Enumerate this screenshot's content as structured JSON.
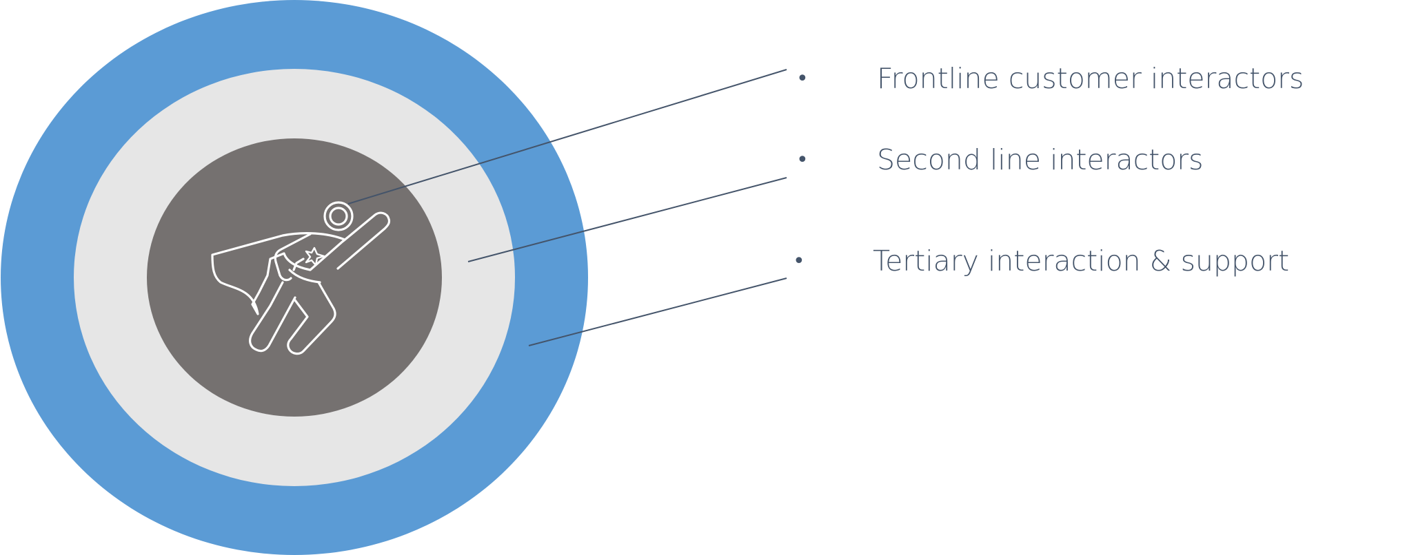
{
  "diagram": {
    "colors": {
      "outer_ring": "#5B9BD5",
      "middle_ring": "#E6E6E6",
      "core": "#757170",
      "icon_stroke": "#FFFFFF",
      "leader_line": "#44546A",
      "label_text": "#44546A"
    },
    "center_icon": "superhero-icon",
    "labels": [
      {
        "text": "Frontline customer interactors",
        "bullet": "•"
      },
      {
        "text": "Second line interactors",
        "bullet": "•"
      },
      {
        "text": "Tertiary interaction & support",
        "bullet": "•"
      }
    ]
  }
}
